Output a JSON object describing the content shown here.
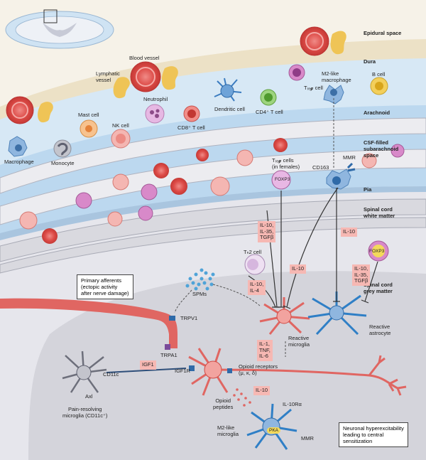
{
  "layers": {
    "epidural": "Epidural space",
    "dura": "Dura",
    "arachnoid": "Arachnoid",
    "csf": [
      "CSF-filled",
      "subarachnoid",
      "space"
    ],
    "pia": "Pia",
    "white": [
      "Spinal cord",
      "white matter"
    ],
    "grey": [
      "Spinal cord",
      "grey matter"
    ]
  },
  "cells": {
    "blood_vessel": "Blood vessel",
    "lymphatic": [
      "Lymphatic",
      "vessel"
    ],
    "neutrophil": "Neutrophil",
    "dendritic": "Dendritic cell",
    "cd4": "CD4⁺ T cell",
    "treg": "Tᵣₑ𝓰 cell",
    "m2_mac": [
      "M2-like",
      "macrophage"
    ],
    "bcell": "B cell",
    "mast": "Mast cell",
    "nk": "NK cell",
    "cd8": "CD8⁺ T cell",
    "macrophage": "Macrophage",
    "monocyte": "Monocyte",
    "treg_females": [
      "Tᵣₑ𝓰 cells",
      "(in females)"
    ],
    "foxp3": "FOXP3",
    "cd163": "CD163",
    "mmr_top": "MMR",
    "th2": "Tₕ2 cell",
    "spms": "SPMs",
    "trpv1": "TRPV1",
    "trpa1": "TRPA1",
    "reactive_microglia": [
      "Reactive",
      "microglia"
    ],
    "reactive_astrocyte": [
      "Reactive",
      "astrocyte"
    ],
    "cd11c": "CD11c",
    "axl": "Axl",
    "pain_resolving": [
      "Pain-resolving",
      "microglia (CD11c⁺)"
    ],
    "igf1r": "IGF1R",
    "opioid_receptors": [
      "Opioid receptors",
      "(μ, κ, δ)"
    ],
    "opioid_peptides": [
      "Opioid",
      "peptides"
    ],
    "il10ra": "IL-10Rα",
    "m2_microglia": [
      "M2-like",
      "microglia"
    ],
    "pka": "PKA",
    "mmr_bottom": "MMR"
  },
  "cytokines": {
    "treg_set": [
      "IL-10,",
      "IL-35,",
      "TGFβ"
    ],
    "il10_mid": "IL-10",
    "il10_right": "IL-10",
    "foxp3_set": [
      "IL-10,",
      "IL-35,",
      "TGFβ"
    ],
    "th2_set": [
      "IL-10,",
      "IL-4"
    ],
    "pro_set": [
      "IL-1,",
      "TNF,",
      "IL-6"
    ],
    "igf1": "IGF1",
    "il10_bottom": "IL-10"
  },
  "boxes": {
    "primary_afferents": [
      "Primary afferents",
      "(ectopic activity",
      "after nerve damage)"
    ],
    "neuronal": [
      "Neuronal hyperexcitability",
      "leading to central",
      "sensitization"
    ]
  },
  "colors": {
    "epidural_bg": "#f4efe2",
    "dura": "#e8dcc0",
    "arachnoid": "#cfe3f3",
    "csf": "#b3d4ee",
    "white_matter": "#e4e4ea",
    "grey_matter": "#d3d3da",
    "microglia_red": "#e8605e",
    "astrocyte_blue": "#2f7fc6",
    "cytokine_box": "#f6b8b3"
  }
}
